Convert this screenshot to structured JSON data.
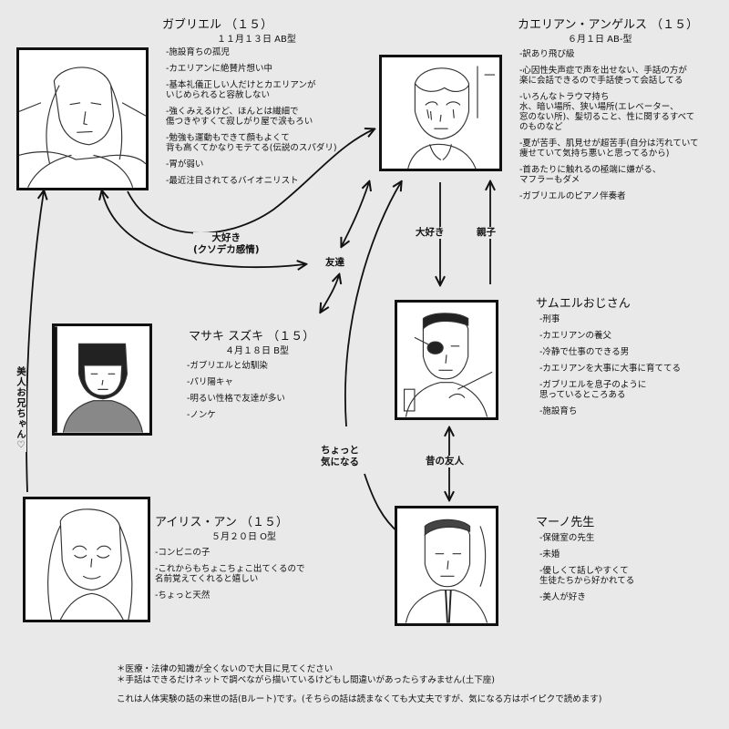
{
  "characters": {
    "gabriel": {
      "name": "ガブリエル （１５）",
      "sub": "１１月１３日 AB型",
      "traits": [
        "-施設育ちの孤児",
        "-カエリアンに絶賛片想い中",
        "-基本礼儀正しい人だけとカエリアンが\nいじめられると容赦しない",
        "-強くみえるけど、ほんとは繊細で\n傷つきやすくて寂しがり屋で涙もろい",
        "-勉強も運動もできて顔もよくて\n背も高くてかなりモテてる(伝説のスパダリ)",
        "-胃が弱い",
        "-最近注目されてるバイオニリスト"
      ]
    },
    "caelian": {
      "name": "カエリアン・アンゲルス （１５）",
      "sub": "６月１日 AB-型",
      "traits": [
        "-訳あり飛び級",
        "-心因性失声症で声を出せない、手話の方が\n楽に会話できるので手話使って会話してる",
        "-いろんなトラウマ持ち\n水、暗い場所、狭い場所(エレベーター、\n窓のない所)、髪切ること、性に関するすべて\nのものなど",
        "-夏が苦手、肌見せが超苦手(自分は汚れていて\n痩せていて気持ち悪いと思ってるから)",
        "-首あたりに触れるの極端に嫌がる、\nマフラーもダメ",
        "-ガブリエルのピアノ伴奏者"
      ]
    },
    "masaki": {
      "name": "マサキ スズキ （１５）",
      "sub": "４月１８日 B型",
      "traits": [
        "-ガブリエルと幼馴染",
        "-パリ陽キャ",
        "-明るい性格で友達が多い",
        "-ノンケ"
      ]
    },
    "samuel": {
      "name": "サムエルおじさん",
      "traits": [
        "-刑事",
        "-カエリアンの養父",
        "-冷静で仕事のできる男",
        "-カエリアンを大事に大事に育ててる",
        "-ガブリエルを息子のように\n思っているところある",
        "-施設育ち"
      ]
    },
    "iris": {
      "name": "アイリス・アン （１５）",
      "sub": "５月２０日 O型",
      "traits": [
        "-コンビニの子",
        "-これからもちょこちょこ出てくるので\n名前覚えてくれると嬉しい",
        "-ちょっと天然"
      ]
    },
    "mano": {
      "name": "マーノ先生",
      "traits": [
        "-保健室の先生",
        "-未婚",
        "-優しくて話しやすくて\n生徒たちから好かれてる",
        "-美人が好き"
      ]
    }
  },
  "relations": {
    "daisuki_gc_1": "大好き",
    "daisuki_gc_2": "(クソデカ感情)",
    "tomodachi": "友達",
    "daisuki_cs": "大好き",
    "oyako": "親子",
    "mukashi": "昔の友人",
    "chotto_1": "ちょっと",
    "chotto_2": "気になる",
    "bijin": "美人お兄ちゃん♡"
  },
  "notes": [
    "＊医療・法律の知識が全くないので大目に見てください",
    "＊手話はできるだけネットで調べながら描いているけどもし間違いがあったらすみません(土下座)",
    "これは人体実験の話の来世の話(Bルート)です。(そちらの話は読まなくても大丈夫ですが、気になる方はポイピクで読めます)"
  ]
}
